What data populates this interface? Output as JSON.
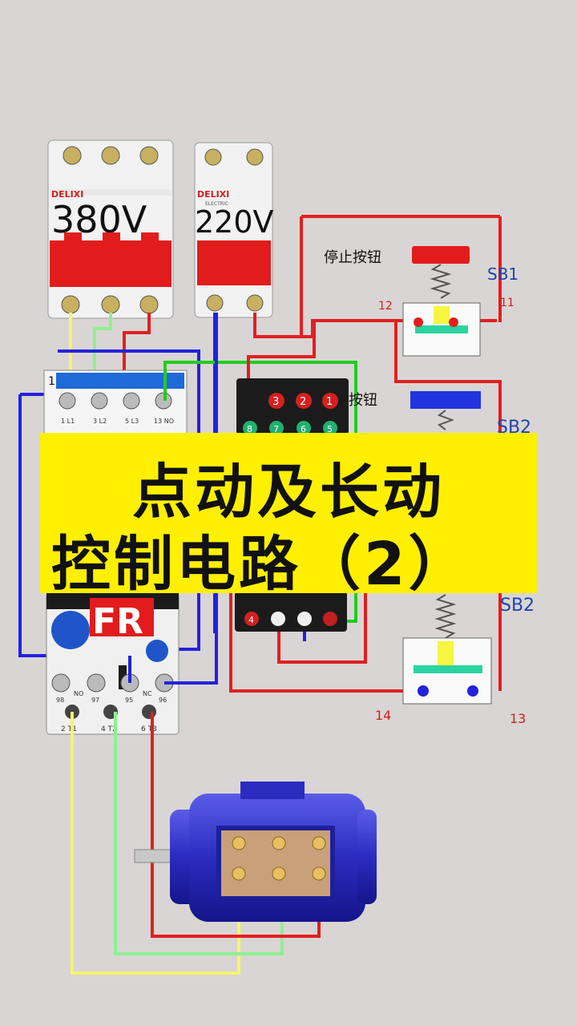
{
  "breaker_3p": {
    "brand": "DELIXI",
    "voltage": "380V"
  },
  "breaker_1p": {
    "brand": "DELIXI",
    "sub": "ELECTRIC",
    "voltage": "220V"
  },
  "stop_button": {
    "label": "停止按钮",
    "code": "SB1",
    "term_left": "12",
    "term_right": "11"
  },
  "start_button": {
    "label": "按钮",
    "code": "SB2",
    "code_lower": "SB2",
    "term_left": "14",
    "term_right": "13"
  },
  "contactor": {
    "top_labels": [
      "1 L1",
      "3 L2",
      "5 L3",
      "13 NO"
    ],
    "corner": "1"
  },
  "relay": {
    "top_numbers": [
      "3",
      "2",
      "1"
    ],
    "mid_numbers": [
      "8",
      "7",
      "6",
      "5"
    ],
    "bottom_numbers": [
      "4"
    ]
  },
  "overload": {
    "label": "FR",
    "top_labels": [
      "98",
      "NO",
      "97",
      "95",
      "NC",
      "96"
    ],
    "bottom_labels": [
      "2 T1",
      "4 T2",
      "6 T3"
    ]
  },
  "banner": {
    "line1": "点动及长动",
    "line2": "控制电路（2）"
  },
  "colors": {
    "phase_yellow": "#f5f56a",
    "phase_green": "#8ff08f",
    "phase_red": "#e02020",
    "neutral_blue": "#2222dd",
    "control_red": "#e02020",
    "control_green": "#22cc22",
    "banner": "#ffef00"
  }
}
